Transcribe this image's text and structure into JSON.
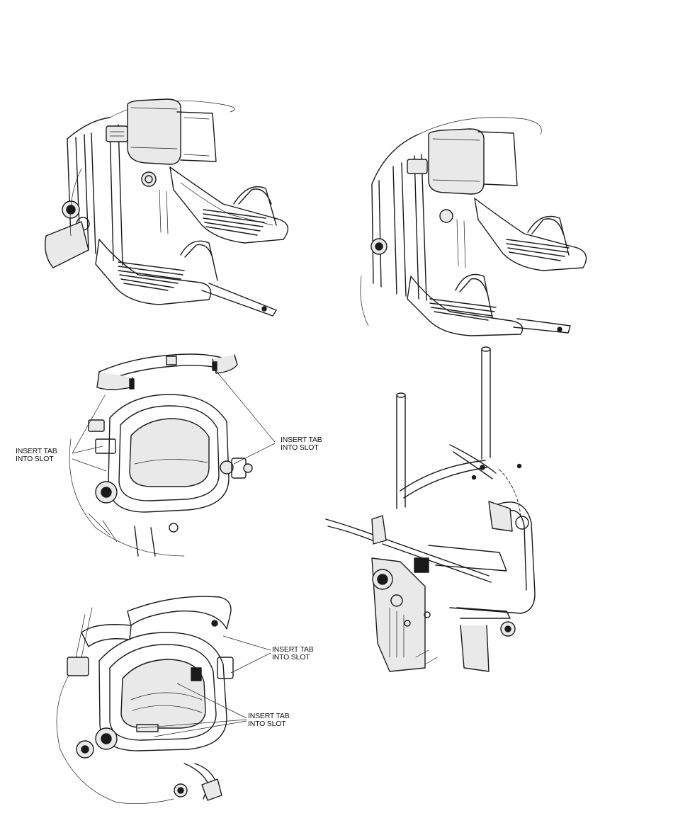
{
  "callouts": [
    {
      "id": "fig3-left",
      "line1": "INSERT TAB",
      "line2": "INTO SLOT"
    },
    {
      "id": "fig3-right",
      "line1": "INSERT TAB",
      "line2": "INTO SLOT"
    },
    {
      "id": "fig5-upper",
      "line1": "INSERT TAB",
      "line2": "INTO SLOT"
    },
    {
      "id": "fig5-lower",
      "line1": "INSERT TAB",
      "line2": "INTO SLOT"
    }
  ]
}
